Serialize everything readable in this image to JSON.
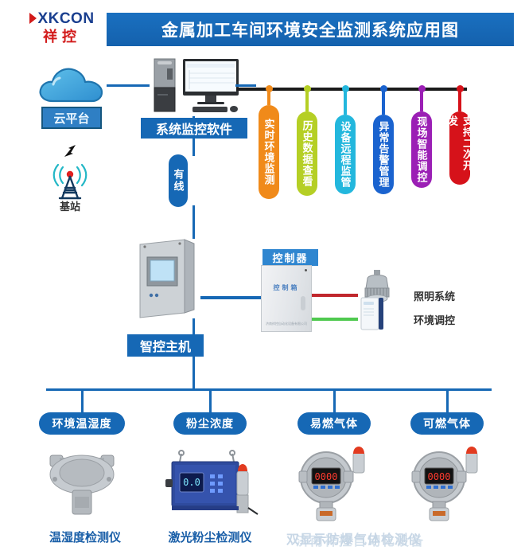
{
  "brand": {
    "word": "XKCON",
    "cn": "祥控",
    "arrow_icon": "triangle-right-icon"
  },
  "header": {
    "title": "金属加工车间环境安全监测系统应用图",
    "bar_color": "#1668b5"
  },
  "cloud": {
    "icon": "cloud-icon",
    "label": "云平台"
  },
  "base_station": {
    "icon": "cell-tower-icon",
    "label": "基站",
    "signal_icon": "lightning-bolt-icon"
  },
  "pc": {
    "icon": "desktop-computer-icon",
    "label": "系统监控软件"
  },
  "rail_tags": [
    {
      "label": "实时环境监测",
      "color": "#f08a1a"
    },
    {
      "label": "历史数据查看",
      "color": "#b5cf25"
    },
    {
      "label": "设备远程监管",
      "color": "#23b7dd"
    },
    {
      "label": "异常告警管理",
      "color": "#1a63cf"
    },
    {
      "label": "现场智能调控",
      "color": "#9b1fb5"
    },
    {
      "label": "支持二次开发",
      "color": "#d6121a"
    }
  ],
  "wired_link": {
    "label": "有线"
  },
  "host": {
    "icon": "control-cabinet-icon",
    "label": "智控主机"
  },
  "controller": {
    "label": "控制器",
    "box_text": "控制箱",
    "box_sub": "济南祥控自动化设备有限公司",
    "outputs": [
      {
        "label": "照明系统",
        "wire_color": "#c0272d",
        "icon": "led-lamp-icon"
      },
      {
        "label": "环境调控",
        "wire_color": "#4fc94f",
        "icon": "air-purifier-icon"
      }
    ]
  },
  "sensors": [
    {
      "pill": "环境温湿度",
      "caption": "温湿度检测仪",
      "icon": "temp-humidity-sensor-icon"
    },
    {
      "pill": "粉尘浓度",
      "caption": "激光粉尘检测仪",
      "icon": "laser-dust-detector-icon",
      "display_value": "0.0"
    },
    {
      "pill": "易燃气体",
      "caption": "双显示防爆气体检测仪",
      "icon": "gas-detector-icon",
      "display_value": "0000"
    },
    {
      "pill": "可燃气体",
      "caption": "",
      "icon": "gas-detector-icon",
      "display_value": "0000"
    }
  ],
  "watermark": {
    "text": "济南祥控自动化设备"
  },
  "colors": {
    "primary_blue": "#1668b5",
    "line_blue": "#1f6fb8",
    "rail_black": "#1b1b1b"
  }
}
